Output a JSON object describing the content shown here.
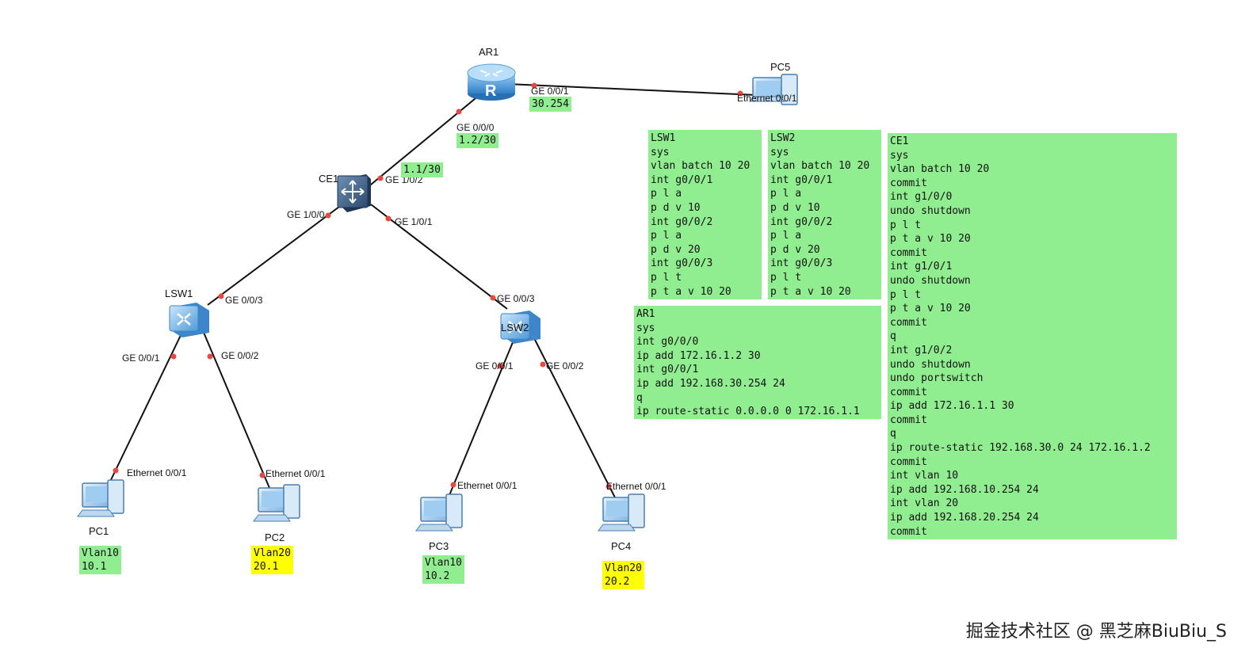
{
  "devices": {
    "ar1": "AR1",
    "ce1": "CE1",
    "lsw1": "LSW1",
    "lsw2": "LSW2",
    "pc1": "PC1",
    "pc2": "PC2",
    "pc3": "PC3",
    "pc4": "PC4",
    "pc5": "PC5"
  },
  "ports": {
    "ar1_ge001": "GE 0/0/1",
    "ar1_ge000": "GE 0/0/0",
    "pc5_eth": "Ethernet 0/0/1",
    "ce1_ge102": "GE 1/0/2",
    "ce1_ge100": "GE 1/0/0",
    "ce1_ge101": "GE 1/0/1",
    "lsw1_ge003": "GE 0/0/3",
    "lsw1_ge001": "GE 0/0/1",
    "lsw1_ge002": "GE 0/0/2",
    "lsw2_ge003": "GE 0/0/3",
    "lsw2_ge001": "GE 0/0/1",
    "lsw2_ge002": "GE 0/0/2",
    "pc1_eth": "Ethernet 0/0/1",
    "pc2_eth": "Ethernet 0/0/1",
    "pc3_eth": "Ethernet 0/0/1",
    "pc4_eth": "Ethernet 0/0/1"
  },
  "addresses": {
    "ar1_ge001": "30.254",
    "ar1_ge000": "1.2/30",
    "ce1_ge102": "1.1/30",
    "pc1": [
      "Vlan10",
      "10.1"
    ],
    "pc2": [
      "Vlan20",
      "20.1"
    ],
    "pc3": [
      "Vlan10",
      "10.2"
    ],
    "pc4": [
      "Vlan20",
      "20.2"
    ]
  },
  "configs": {
    "lsw1": [
      "LSW1",
      "sys",
      "vlan batch 10 20",
      "int g0/0/1",
      "p l a",
      "p d v 10",
      "int g0/0/2",
      "p l a",
      "p d v 20",
      "int g0/0/3",
      "p l t",
      "p t a v 10 20"
    ],
    "lsw2": [
      "LSW2",
      "sys",
      "vlan batch 10 20",
      "int g0/0/1",
      "p l a",
      "p d v 10",
      "int g0/0/2",
      "p l a",
      "p d v 20",
      "int g0/0/3",
      "p l t",
      "p t a v 10 20"
    ],
    "ar1": [
      "AR1",
      "sys",
      "int g0/0/0",
      "ip add 172.16.1.2 30",
      "int g0/0/1",
      "ip add 192.168.30.254 24",
      "q",
      "ip route-static 0.0.0.0 0 172.16.1.1"
    ],
    "ce1": [
      "CE1",
      "sys",
      "vlan batch 10 20",
      "commit",
      "int g1/0/0",
      "undo shutdown",
      "p l t",
      "p t a v 10 20",
      "commit",
      "int g1/0/1",
      "undo shutdown",
      "p l t",
      "p t a v 10 20",
      "commit",
      "q",
      "int g1/0/2",
      "undo shutdown",
      "undo portswitch",
      "commit",
      "ip add 172.16.1.1 30",
      "commit",
      "q",
      "ip route-static 192.168.30.0 24 172.16.1.2",
      "commit",
      "int vlan 10",
      "ip add 192.168.10.254 24",
      "int vlan 20",
      "ip add 192.168.20.254 24",
      "commit"
    ]
  },
  "colors": {
    "green": "#90ee90",
    "yellow": "#ffff00",
    "port_dot": "#e8483f",
    "link": "#111111"
  },
  "watermark": "掘金技术社区 @ 黑芝麻BiuBiu_S"
}
